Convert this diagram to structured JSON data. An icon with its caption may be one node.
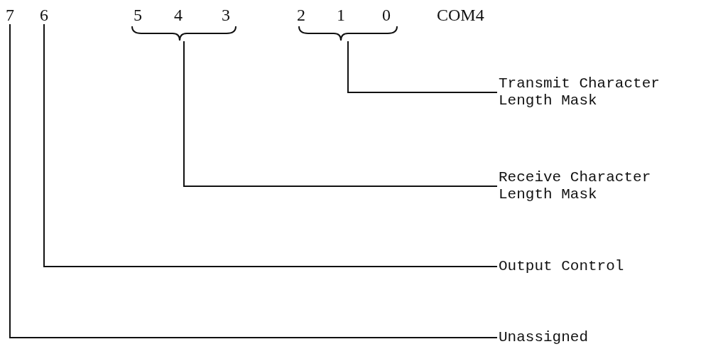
{
  "diagram": {
    "nodes": [
      {
        "text": [
          "7"
        ]
      },
      {
        "text": [
          "6"
        ]
      },
      {
        "text": [],
        "shape": "bracket",
        "beside": [
          "5",
          "4",
          "3"
        ]
      },
      {
        "text": [],
        "shape": "bracket",
        "beside": [
          "2",
          "1",
          "0"
        ]
      },
      {
        "text": [
          "Transmit Character Length Mask"
        ]
      },
      {
        "text": [
          "Receive Character Length Mask"
        ]
      },
      {
        "text": [
          "Output Control"
        ]
      },
      {
        "text": [
          "Unassigned"
        ]
      }
    ],
    "edges": [
      {
        "from": 4,
        "to": 3,
        "arrow": "none"
      },
      {
        "from": 5,
        "to": 2,
        "arrow": "none"
      },
      {
        "from": 6,
        "to": 1,
        "arrow": "none"
      },
      {
        "from": 7,
        "to": 0,
        "arrow": "none"
      }
    ],
    "labels": [
      "COM4"
    ]
  }
}
